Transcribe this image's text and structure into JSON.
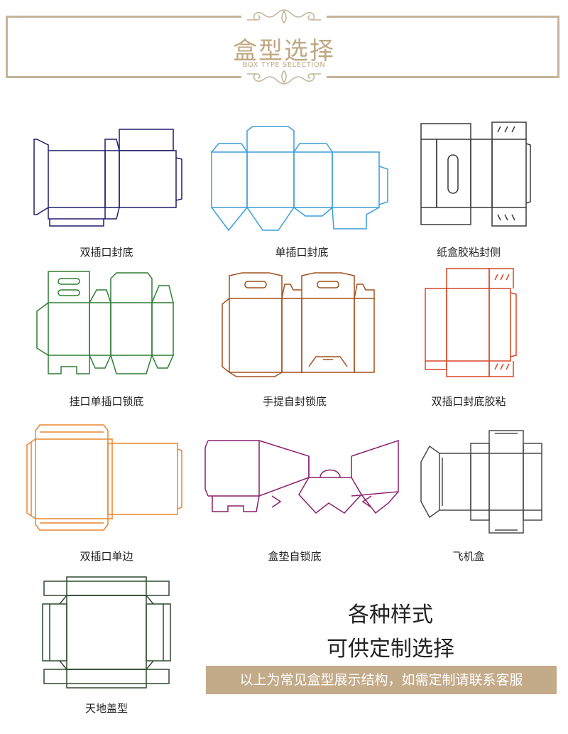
{
  "header": {
    "title": "盒型选择",
    "subtitle": "BOX TYPE SELECTION"
  },
  "colors": {
    "gold": "#bfa883",
    "banner_bg": "#c3aa88"
  },
  "boxes": [
    {
      "label": "双插口封底",
      "color": "#1f1d6b",
      "icon": "double-tuck-bottom-dieline"
    },
    {
      "label": "单插口封底",
      "color": "#3b9ddb",
      "icon": "single-tuck-bottom-dieline"
    },
    {
      "label": "纸盒胶粘封侧",
      "color": "#3a3a3a",
      "icon": "glued-side-dieline"
    },
    {
      "label": "挂口单插口锁底",
      "color": "#2f7d32",
      "icon": "hang-tab-lock-bottom-dieline"
    },
    {
      "label": "手提自封锁底",
      "color": "#a2501f",
      "icon": "handle-lock-bottom-dieline"
    },
    {
      "label": "双插口封底胶粘",
      "color": "#d84727",
      "icon": "double-tuck-glued-dieline"
    },
    {
      "label": "双插口单边",
      "color": "#e8862e",
      "icon": "double-tuck-single-side-dieline"
    },
    {
      "label": "盒垫自锁底",
      "color": "#8a1f6e",
      "icon": "pad-auto-lock-bottom-dieline"
    },
    {
      "label": "飞机盒",
      "color": "#4a4a4a",
      "icon": "mailer-box-dieline"
    },
    {
      "label": "天地盖型",
      "color": "#2f4a2f",
      "icon": "lid-and-base-dieline"
    }
  ],
  "promo": {
    "line1": "各种样式",
    "line2": "可供定制选择",
    "banner": "以上为常见盒型展示结构，如需定制请联系客服"
  }
}
